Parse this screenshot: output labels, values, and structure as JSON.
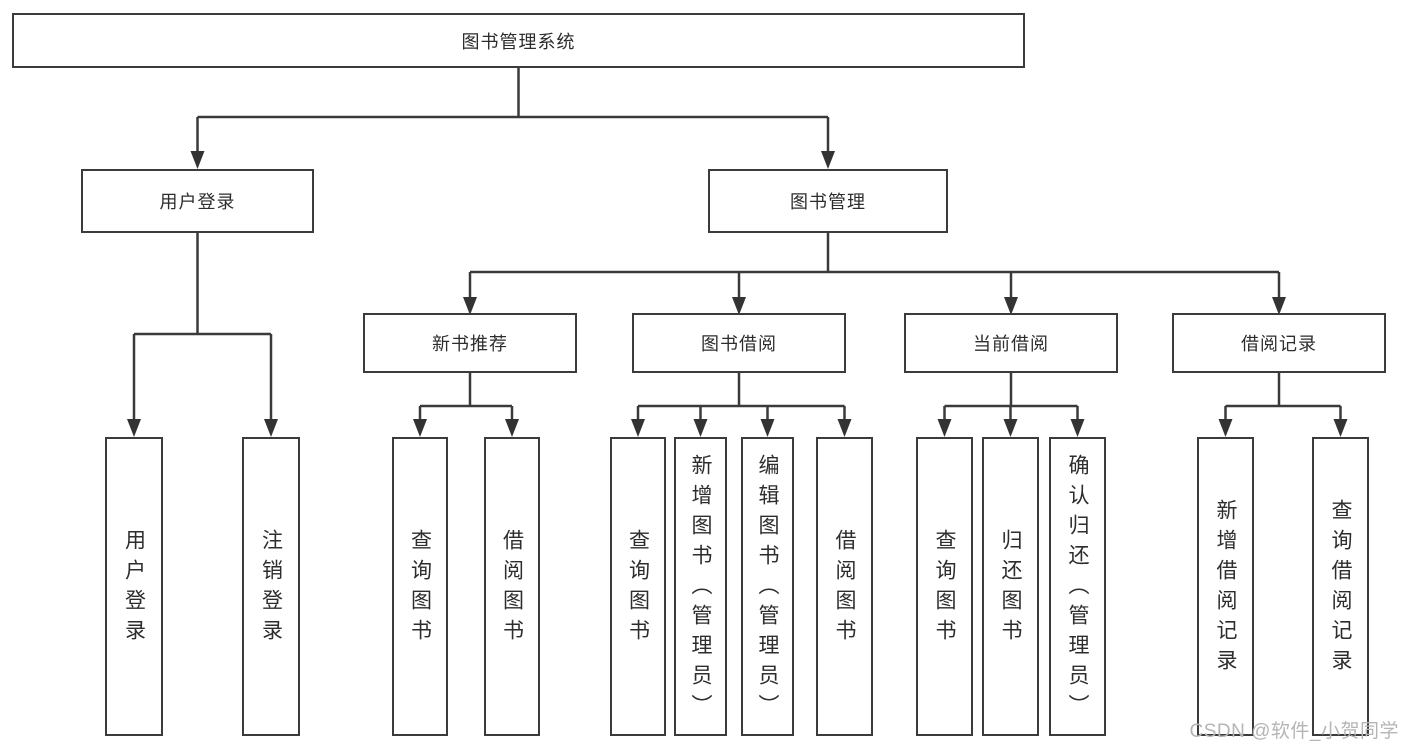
{
  "diagram": {
    "type": "tree",
    "nodes": {
      "root": {
        "label": "图书管理系统"
      },
      "user_login": {
        "label": "用户登录",
        "children": [
          {
            "label": "用户登录"
          },
          {
            "label": "注销登录"
          }
        ]
      },
      "book_mgmt": {
        "label": "图书管理",
        "groups": [
          {
            "label": "新书推荐",
            "children": [
              {
                "label": "查询图书"
              },
              {
                "label": "借阅图书"
              }
            ]
          },
          {
            "label": "图书借阅",
            "children": [
              {
                "label": "查询图书"
              },
              {
                "label": "新增图书（管理员）"
              },
              {
                "label": "编辑图书（管理员）"
              },
              {
                "label": "借阅图书"
              }
            ]
          },
          {
            "label": "当前借阅",
            "children": [
              {
                "label": "查询图书"
              },
              {
                "label": "归还图书"
              },
              {
                "label": "确认归还（管理员）"
              }
            ]
          },
          {
            "label": "借阅记录",
            "children": [
              {
                "label": "新增借阅记录"
              },
              {
                "label": "查询借阅记录"
              }
            ]
          }
        ]
      }
    }
  },
  "watermark": {
    "label": "CSDN @软件_小贺同学"
  },
  "colors": {
    "line": "#3a3a3a",
    "border": "#3b3b3b",
    "text": "#2d2d2d",
    "watermark": "#b5b5b5",
    "background": "#ffffff"
  }
}
